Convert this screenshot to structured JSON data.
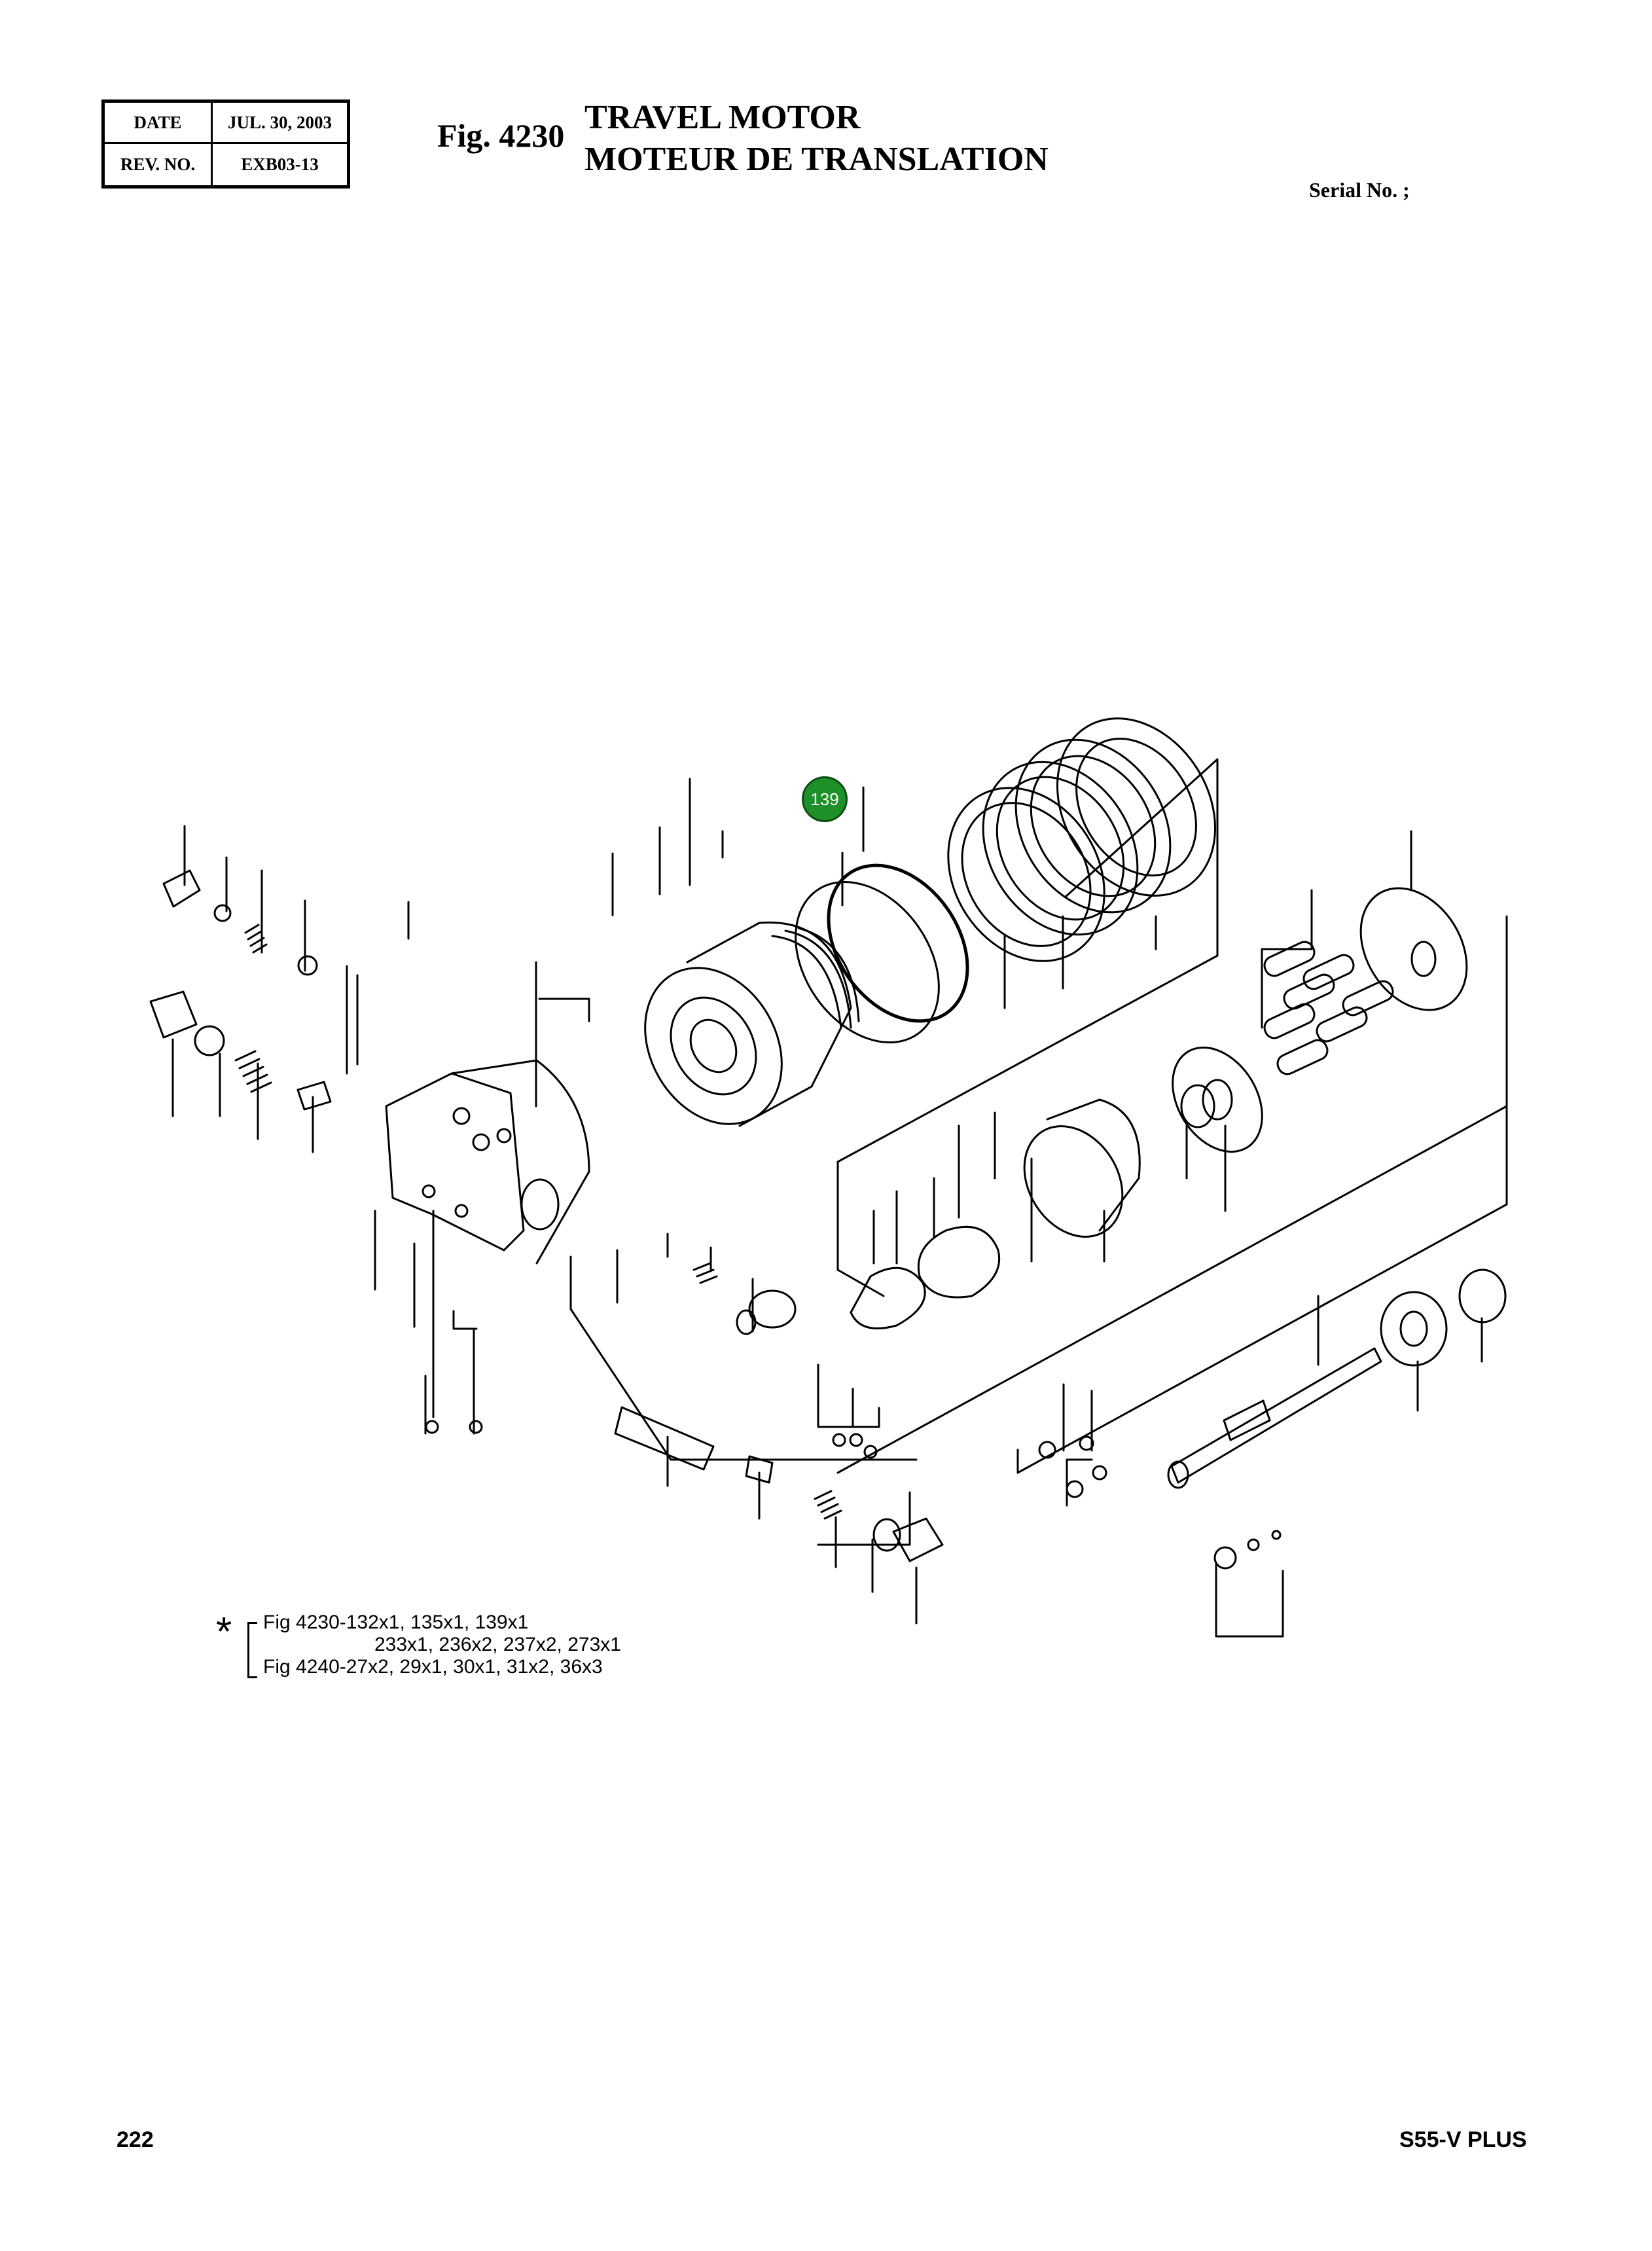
{
  "header": {
    "date_label": "DATE",
    "date_value": "JUL. 30, 2003",
    "rev_label": "REV. NO.",
    "rev_value": "EXB03-13",
    "figure_number": "Fig. 4230",
    "title_en": "TRAVEL MOTOR",
    "title_fr": "MOTEUR DE TRANSLATION",
    "serial": "Serial No. ;"
  },
  "diagram": {
    "highlighted_callout": "139",
    "callout_color": "#1f8f2a"
  },
  "note": {
    "symbol": "*",
    "line1": "Fig 4230-132x1, 135x1, 139x1",
    "line2": "233x1, 236x2, 237x2, 273x1",
    "line3": "Fig 4240-27x2, 29x1, 30x1, 31x2, 36x3"
  },
  "footer": {
    "page_number": "222",
    "model": "S55-V PLUS"
  }
}
